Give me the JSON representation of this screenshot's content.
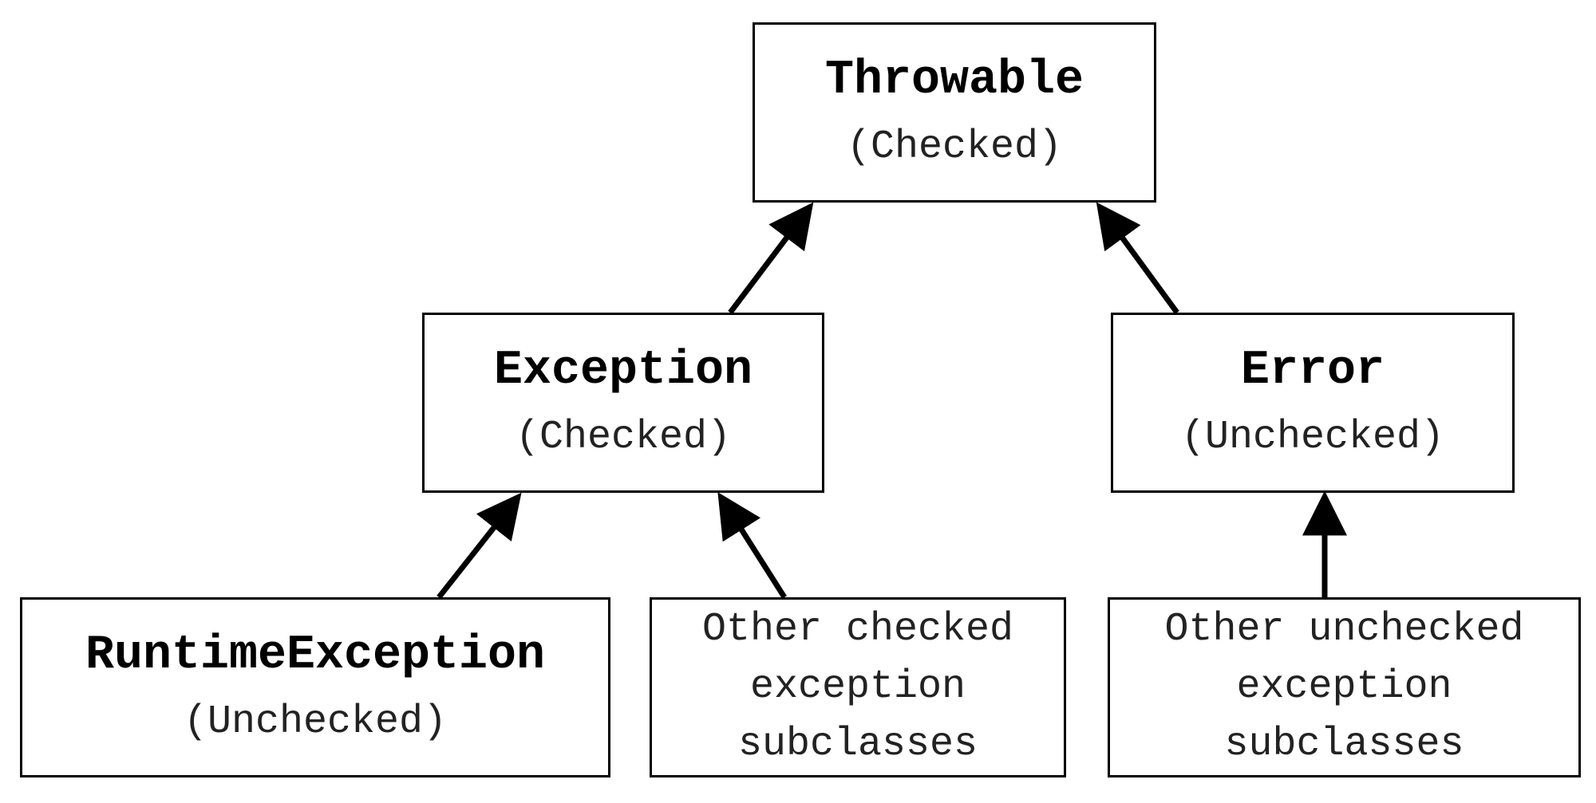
{
  "diagram": {
    "nodes": {
      "throwable": {
        "title": "Throwable",
        "subtitle": "(Checked)"
      },
      "exception": {
        "title": "Exception",
        "subtitle": "(Checked)"
      },
      "error": {
        "title": "Error",
        "subtitle": "(Unchecked)"
      },
      "runtime_exception": {
        "title": "RuntimeException",
        "subtitle": "(Unchecked)"
      },
      "other_checked": {
        "lines": [
          "Other checked",
          "exception",
          "subclasses"
        ]
      },
      "other_unchecked": {
        "lines": [
          "Other unchecked",
          "exception",
          "subclasses"
        ]
      }
    },
    "edges": [
      {
        "from": "Exception",
        "to": "Throwable"
      },
      {
        "from": "Error",
        "to": "Throwable"
      },
      {
        "from": "RuntimeException",
        "to": "Exception"
      },
      {
        "from": "Other checked exception subclasses",
        "to": "Exception"
      },
      {
        "from": "Other unchecked exception subclasses",
        "to": "Error"
      }
    ]
  }
}
